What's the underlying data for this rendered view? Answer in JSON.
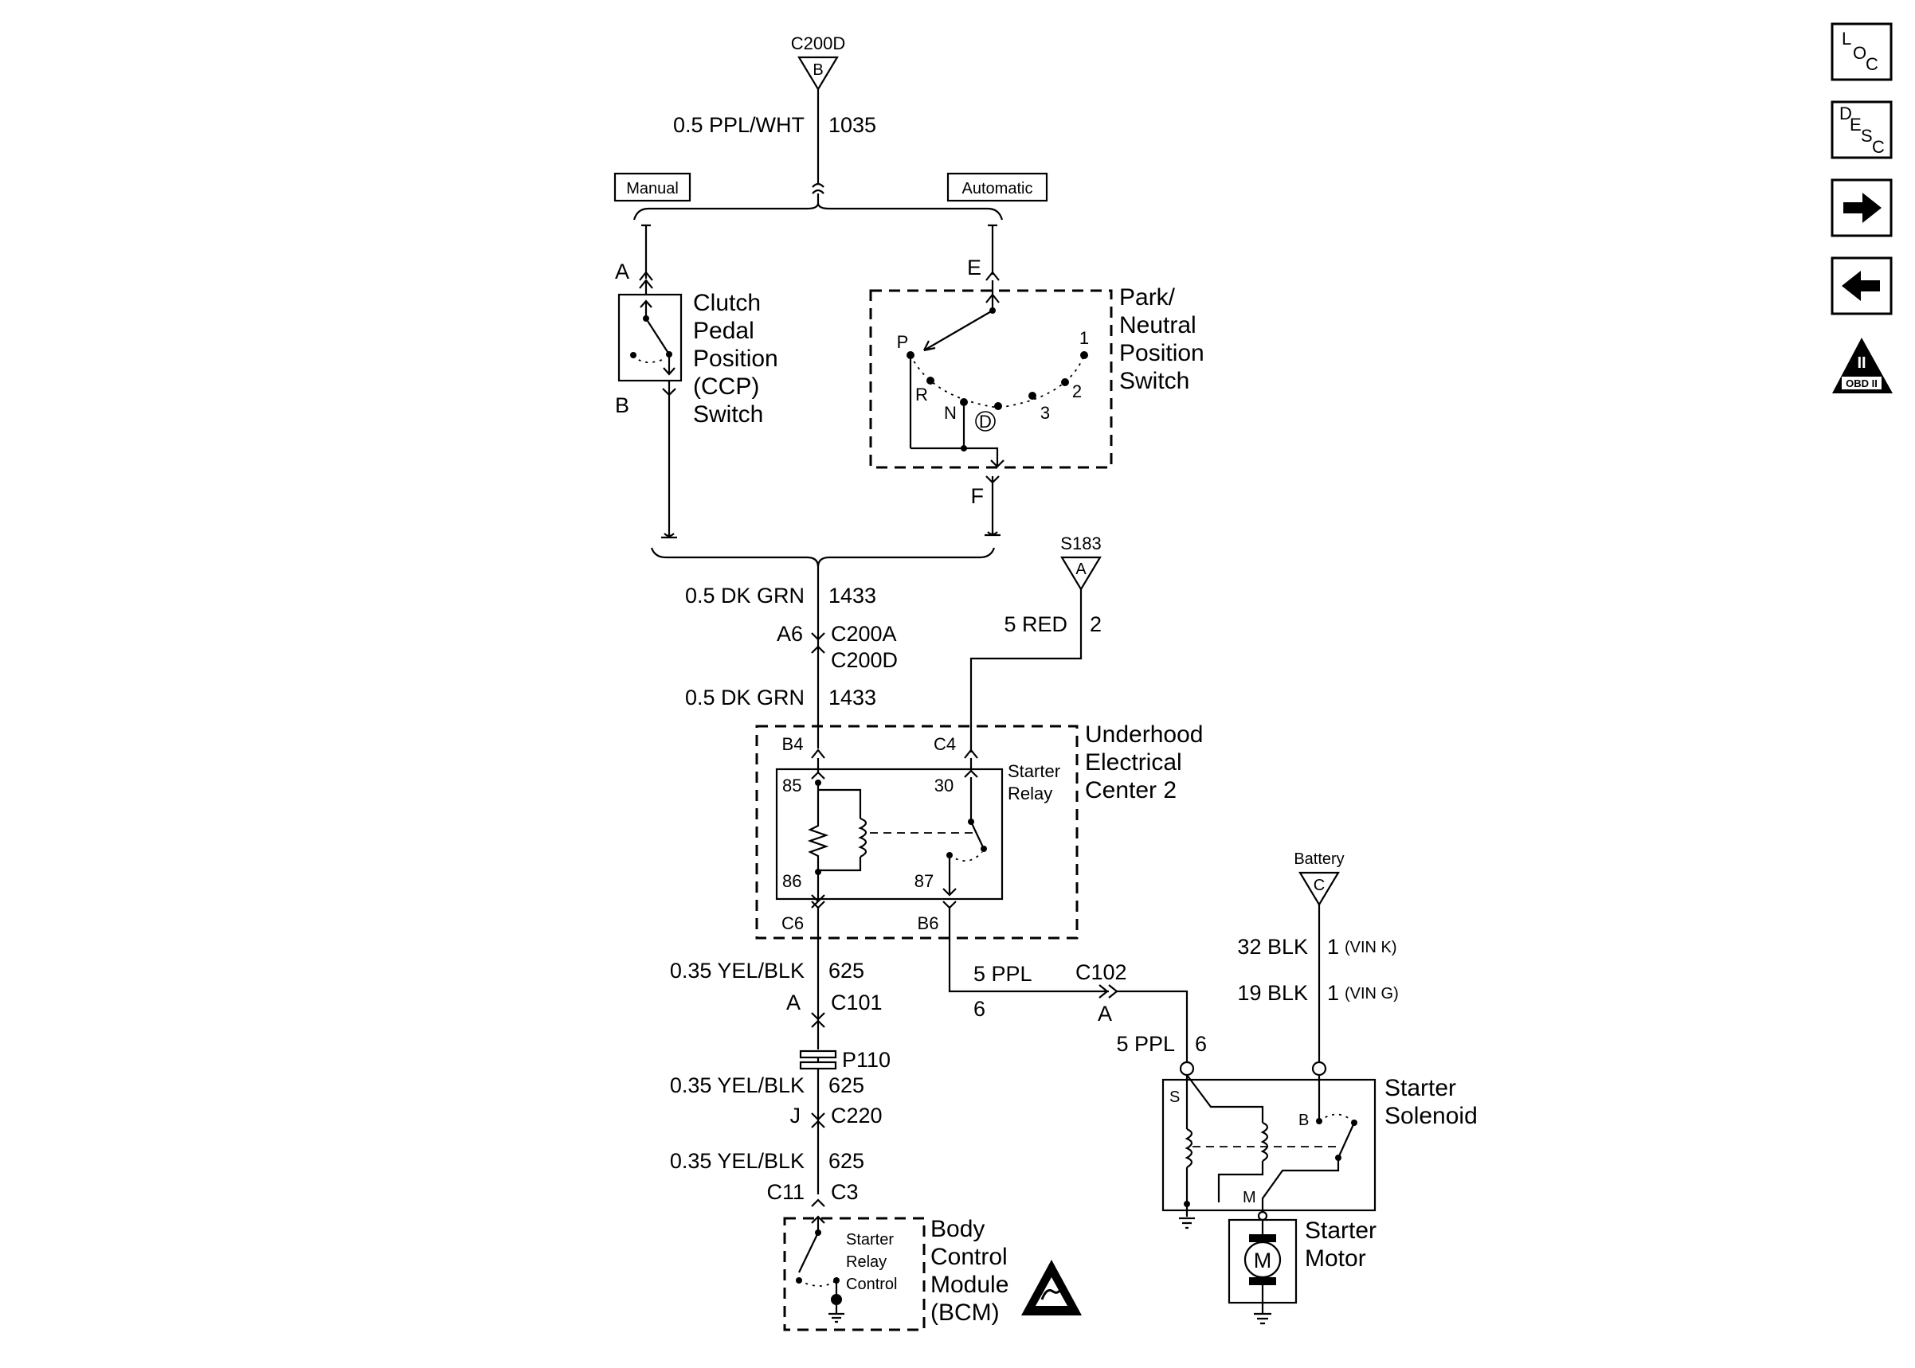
{
  "connectors": {
    "top": {
      "name": "C200D",
      "pin": "B"
    },
    "s183": {
      "name": "S183",
      "pin": "A"
    },
    "battery": {
      "name": "Battery",
      "pin": "C"
    }
  },
  "wires": {
    "top_wire": {
      "gauge_color": "0.5 PPL/WHT",
      "circuit": "1035"
    },
    "dkgrn_upper": {
      "gauge_color": "0.5 DK GRN",
      "circuit": "1433"
    },
    "dkgrn_lower": {
      "gauge_color": "0.5 DK GRN",
      "circuit": "1433"
    },
    "red": {
      "gauge_color": "5 RED",
      "circuit": "2"
    },
    "yelblk_1": {
      "gauge_color": "0.35 YEL/BLK",
      "circuit": "625"
    },
    "yelblk_2": {
      "gauge_color": "0.35 YEL/BLK",
      "circuit": "625"
    },
    "yelblk_3": {
      "gauge_color": "0.35 YEL/BLK",
      "circuit": "625"
    },
    "ppl_1": {
      "gauge_color": "5 PPL",
      "circuit": "6"
    },
    "ppl_2": {
      "gauge_color": "5 PPL",
      "circuit": "6"
    },
    "blk_k": {
      "gauge_color": "32 BLK",
      "circuit": "1",
      "note": "(VIN K)"
    },
    "blk_g": {
      "gauge_color": "19 BLK",
      "circuit": "1",
      "note": "(VIN G)"
    }
  },
  "options": {
    "manual": "Manual",
    "automatic": "Automatic"
  },
  "pins": {
    "ccp_a": "A",
    "ccp_b": "B",
    "pnp_e": "E",
    "pnp_f": "F",
    "a6": "A6",
    "c200a": "C200A",
    "c200d": "C200D",
    "b4": "B4",
    "c4": "C4",
    "c6": "C6",
    "b6": "B6",
    "r85": "85",
    "r86": "86",
    "r30": "30",
    "r87": "87",
    "c101_pin": "A",
    "c101": "C101",
    "p110": "P110",
    "c220_pin": "J",
    "c220": "C220",
    "c11": "C11",
    "c3": "C3",
    "c102": "C102",
    "c102_pin": "A",
    "sol_s": "S",
    "sol_b": "B",
    "sol_m": "M"
  },
  "gear_positions": {
    "p": "P",
    "r": "R",
    "n": "N",
    "d": "D",
    "g3": "3",
    "g2": "2",
    "g1": "1"
  },
  "components": {
    "ccp": [
      "Clutch",
      "Pedal",
      "Position",
      "(CCP)",
      "Switch"
    ],
    "pnp": [
      "Park/",
      "Neutral",
      "Position",
      "Switch"
    ],
    "uec": [
      "Underhood",
      "Electrical",
      "Center 2"
    ],
    "relay": [
      "Starter",
      "Relay"
    ],
    "bcm_inner": [
      "Starter",
      "Relay",
      "Control"
    ],
    "bcm": [
      "Body",
      "Control",
      "Module",
      "(BCM)"
    ],
    "solenoid": [
      "Starter",
      "Solenoid"
    ],
    "motor": [
      "Starter",
      "Motor"
    ],
    "motor_symbol": "M"
  },
  "nav": {
    "loc": {
      "l": "L",
      "o": "O",
      "c": "C"
    },
    "desc": {
      "d": "D",
      "e": "E",
      "s": "S",
      "c": "C"
    },
    "obd_top": "II",
    "obd_bottom": "OBD II"
  }
}
